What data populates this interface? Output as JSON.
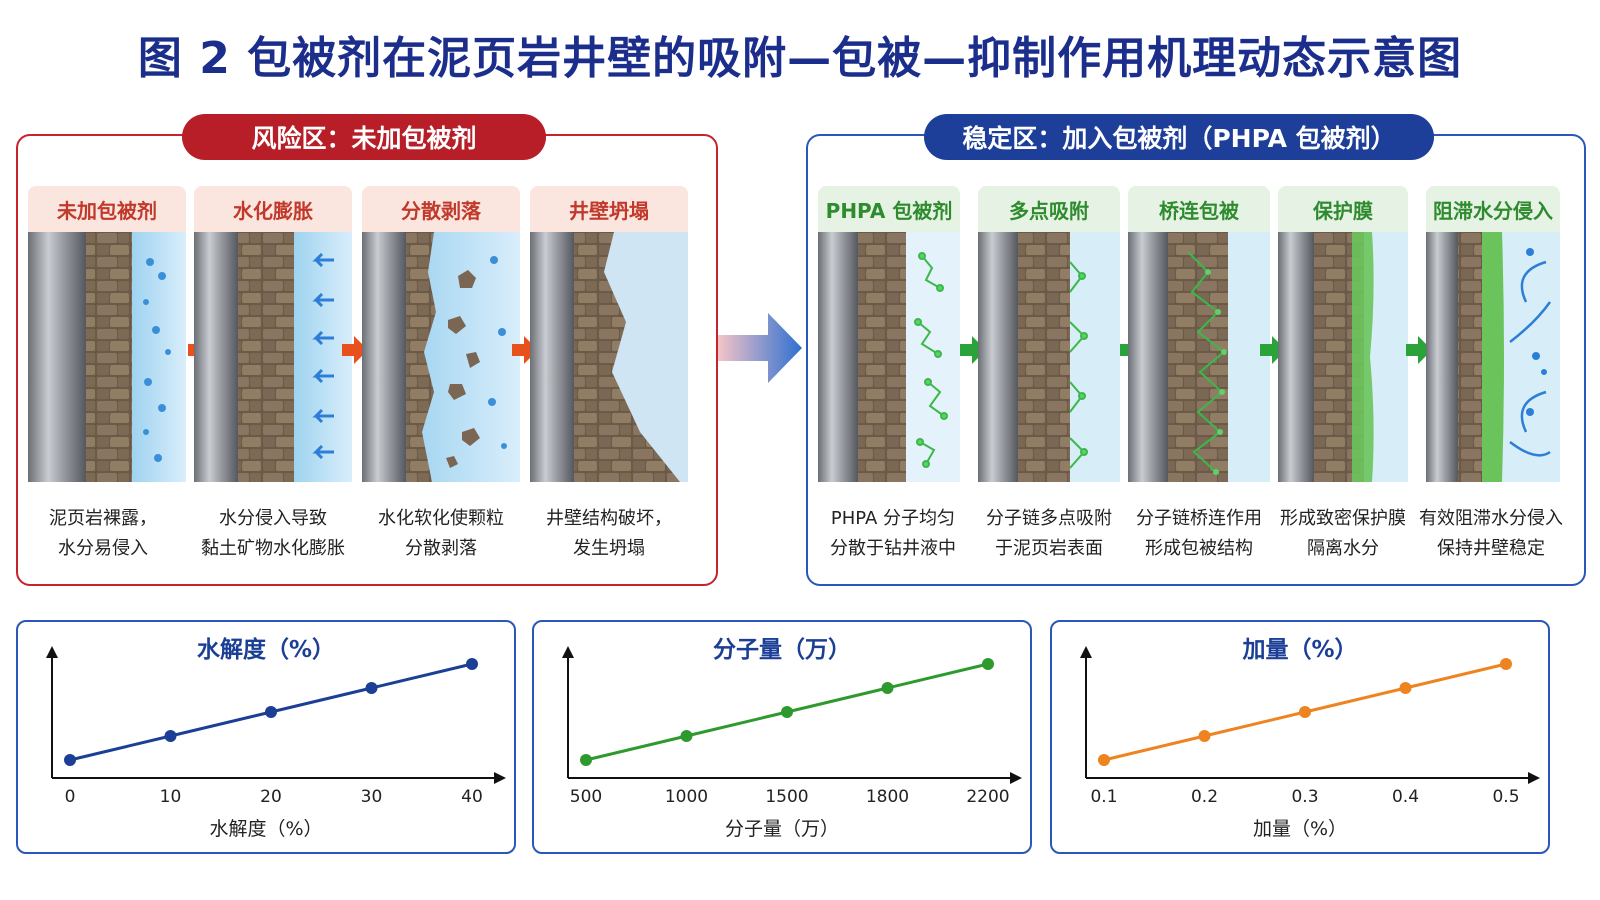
{
  "title": "图 2 包被剂在泥页岩井壁的吸附—包被—抑制作用机理动态示意图",
  "risk": {
    "banner": "风险区：未加包被剂",
    "stages": [
      {
        "label": "未加包被剂",
        "desc1": "泥页岩裸露，",
        "desc2": "水分易侵入"
      },
      {
        "label": "水化膨胀",
        "desc1": "水分侵入导致",
        "desc2": "黏土矿物水化膨胀"
      },
      {
        "label": "分散剥落",
        "desc1": "水化软化使颗粒",
        "desc2": "分散剥落"
      },
      {
        "label": "井壁坍塌",
        "desc1": "井壁结构破坏，",
        "desc2": "发生坍塌"
      }
    ]
  },
  "stable": {
    "banner": "稳定区：加入包被剂（PHPA 包被剂）",
    "stages": [
      {
        "label": "PHPA 包被剂",
        "desc1": "PHPA 分子均匀",
        "desc2": "分散于钻井液中"
      },
      {
        "label": "多点吸附",
        "desc1": "分子链多点吸附",
        "desc2": "于泥页岩表面"
      },
      {
        "label": "桥连包被",
        "desc1": "分子链桥连作用",
        "desc2": "形成包被结构"
      },
      {
        "label": "保护膜",
        "desc1": "形成致密保护膜",
        "desc2": "隔离水分"
      },
      {
        "label": "阻滞水分侵入",
        "desc1": "有效阻滞水分侵入",
        "desc2": "保持井壁稳定"
      }
    ]
  },
  "colors": {
    "risk": "#c8232c",
    "stable": "#2a57b8",
    "title": "#1c2e8c",
    "chart1": "#1c3f96",
    "chart2": "#2e9a2e",
    "chart3": "#ee8420"
  },
  "chart_data": [
    {
      "type": "line",
      "title": "水解度（%）",
      "xlabel": "水解度（%）",
      "ylabel": "",
      "x": [
        0,
        10,
        20,
        30,
        40
      ],
      "x_ticks": [
        "0",
        "10",
        "20",
        "30",
        "40"
      ],
      "series": [
        {
          "values": [
            1,
            2,
            3,
            4,
            5
          ]
        }
      ],
      "color": "#1c3f96",
      "y_ticks_shown": false
    },
    {
      "type": "line",
      "title": "分子量（万）",
      "xlabel": "分子量（万）",
      "ylabel": "",
      "x": [
        500,
        1000,
        1500,
        1800,
        2200
      ],
      "x_ticks": [
        "500",
        "1000",
        "1500",
        "1800",
        "2200"
      ],
      "series": [
        {
          "values": [
            1,
            2,
            3,
            4,
            5
          ]
        }
      ],
      "color": "#2e9a2e",
      "y_ticks_shown": false
    },
    {
      "type": "line",
      "title": "加量（%）",
      "xlabel": "加量（%）",
      "ylabel": "",
      "x": [
        0.1,
        0.2,
        0.3,
        0.4,
        0.5
      ],
      "x_ticks": [
        "0.1",
        "0.2",
        "0.3",
        "0.4",
        "0.5"
      ],
      "series": [
        {
          "values": [
            1,
            2,
            3,
            4,
            5
          ]
        }
      ],
      "color": "#ee8420",
      "y_ticks_shown": false
    }
  ]
}
